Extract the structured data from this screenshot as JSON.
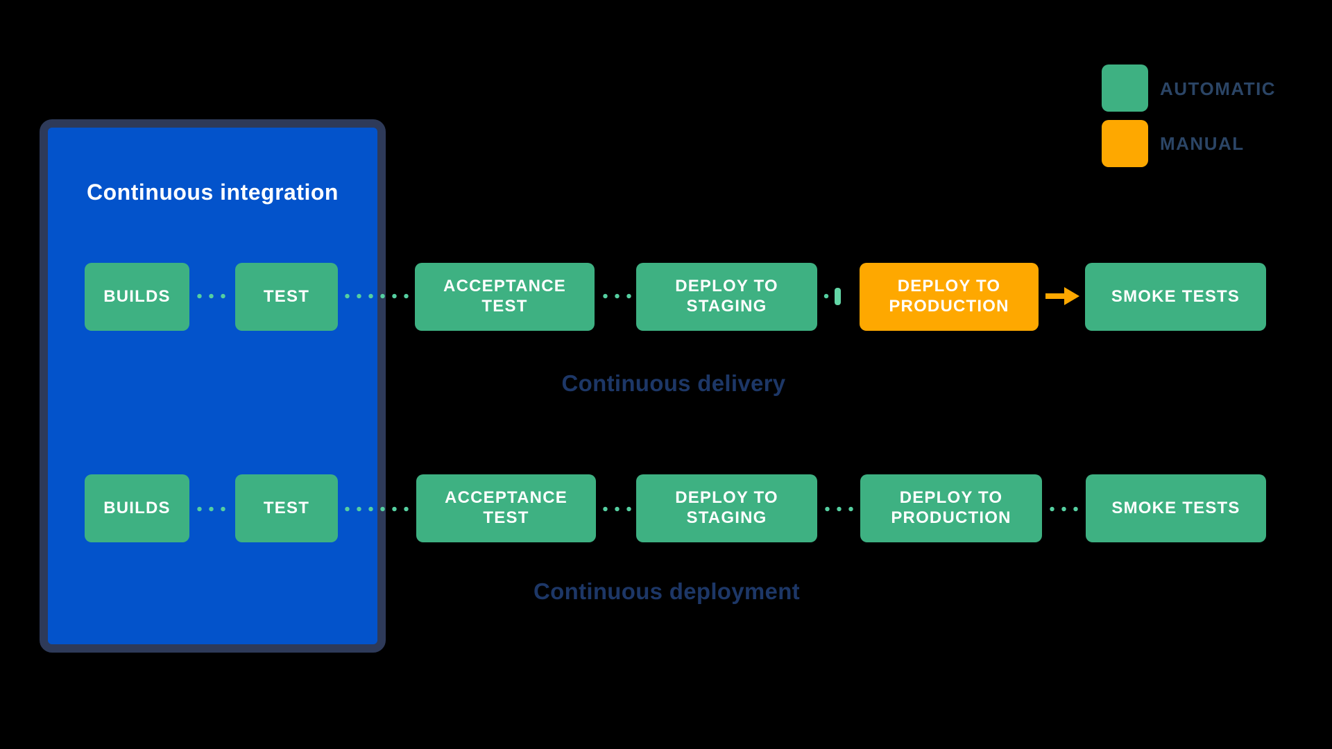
{
  "legend": {
    "items": [
      {
        "id": "automatic",
        "label": "AUTOMATIC",
        "color": "#3EB182"
      },
      {
        "id": "manual",
        "label": "MANUAL",
        "color": "#FEA800"
      }
    ]
  },
  "ci_box": {
    "title": "Continuous integration"
  },
  "pipelines": {
    "delivery": {
      "caption": "Continuous delivery",
      "stages": [
        {
          "label": "BUILDS",
          "mode": "automatic"
        },
        {
          "label": "TEST",
          "mode": "automatic"
        },
        {
          "label": "ACCEPTANCE TEST",
          "mode": "automatic"
        },
        {
          "label": "DEPLOY TO STAGING",
          "mode": "automatic"
        },
        {
          "label": "DEPLOY TO PRODUCTION",
          "mode": "manual"
        },
        {
          "label": "SMOKE TESTS",
          "mode": "automatic"
        }
      ]
    },
    "deployment": {
      "caption": "Continuous deployment",
      "stages": [
        {
          "label": "BUILDS",
          "mode": "automatic"
        },
        {
          "label": "TEST",
          "mode": "automatic"
        },
        {
          "label": "ACCEPTANCE TEST",
          "mode": "automatic"
        },
        {
          "label": "DEPLOY TO STAGING",
          "mode": "automatic"
        },
        {
          "label": "DEPLOY TO PRODUCTION",
          "mode": "automatic"
        },
        {
          "label": "SMOKE TESTS",
          "mode": "automatic"
        }
      ]
    }
  },
  "colors": {
    "background": "#000000",
    "automatic_green": "#3EB182",
    "manual_orange": "#FEA800",
    "ci_fill": "#0353CB",
    "ci_border": "#2E3A59",
    "connector_dots": "#55CFA0",
    "manual_gate": "#63D6A6",
    "caption_text": "#1D3767",
    "legend_text": "#2B4566",
    "stage_text": "#FFFFFF"
  }
}
